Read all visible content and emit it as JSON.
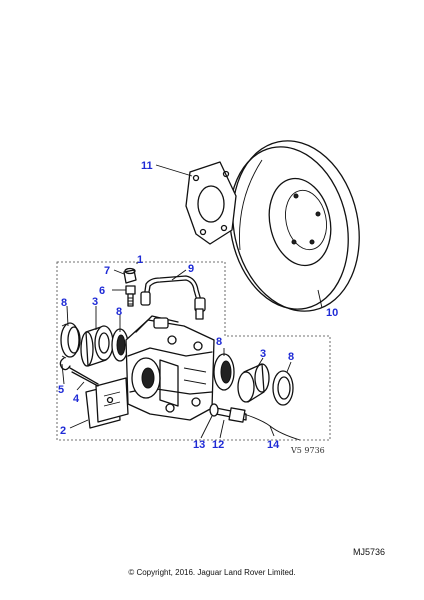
{
  "diagram": {
    "callouts": [
      "1",
      "2",
      "3",
      "3",
      "4",
      "5",
      "6",
      "7",
      "8",
      "8",
      "8",
      "8",
      "9",
      "10",
      "11",
      "12",
      "13",
      "14"
    ],
    "drawing_code": "V5 9736",
    "reference_code": "MJ5736",
    "copyright": "© Copyright, 2016. Jaguar Land Rover Limited."
  },
  "colors": {
    "callout": "#1f2bd6",
    "ink": "#111111",
    "background": "#ffffff"
  }
}
